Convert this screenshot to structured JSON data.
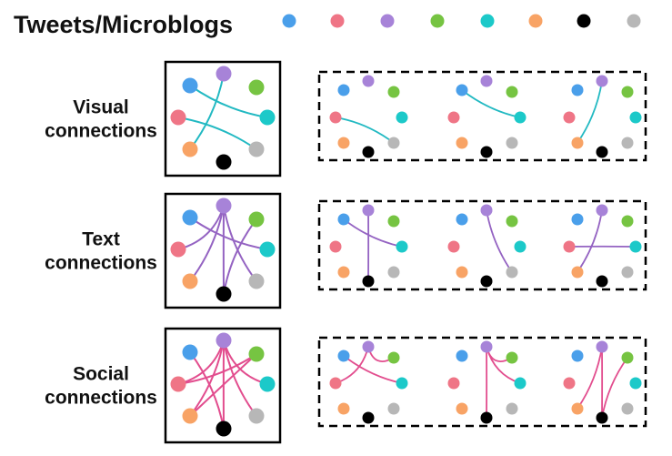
{
  "title": "Tweets/Microblogs",
  "node_colors": {
    "blue": "#4a9fea",
    "red": "#ef7586",
    "purple": "#a783d8",
    "green": "#76c442",
    "cyan": "#1cc9c9",
    "orange": "#f8a365",
    "black": "#000000",
    "gray": "#b7b7b7"
  },
  "legend_order": [
    "blue",
    "red",
    "purple",
    "green",
    "cyan",
    "orange",
    "black",
    "gray"
  ],
  "rows": [
    {
      "label_line1": "Visual",
      "label_line2": "connections",
      "edge_color": "#22b9c2",
      "overview_edges": [
        [
          "blue",
          "cyan"
        ],
        [
          "purple",
          "orange"
        ],
        [
          "red",
          "gray"
        ]
      ],
      "examples": [
        [
          [
            "red",
            "gray"
          ]
        ],
        [
          [
            "blue",
            "cyan"
          ]
        ],
        [
          [
            "purple",
            "orange"
          ]
        ]
      ]
    },
    {
      "label_line1": "Text",
      "label_line2": "connections",
      "edge_color": "#9463c2",
      "overview_edges": [
        [
          "blue",
          "cyan"
        ],
        [
          "purple",
          "red"
        ],
        [
          "purple",
          "orange"
        ],
        [
          "purple",
          "gray"
        ],
        [
          "purple",
          "black"
        ],
        [
          "green",
          "black"
        ]
      ],
      "examples": [
        [
          [
            "blue",
            "cyan"
          ],
          [
            "purple",
            "black"
          ]
        ],
        [
          [
            "purple",
            "gray"
          ]
        ],
        [
          [
            "purple",
            "orange"
          ],
          [
            "red",
            "cyan"
          ]
        ]
      ]
    },
    {
      "label_line1": "Social",
      "label_line2": "connections",
      "edge_color": "#e24d8e",
      "overview_edges": [
        [
          "purple",
          "red"
        ],
        [
          "purple",
          "orange"
        ],
        [
          "purple",
          "gray"
        ],
        [
          "purple",
          "cyan"
        ],
        [
          "purple",
          "black"
        ],
        [
          "green",
          "red"
        ],
        [
          "green",
          "orange"
        ],
        [
          "blue",
          "black"
        ]
      ],
      "examples": [
        [
          [
            "purple",
            "red"
          ],
          [
            "purple",
            "green"
          ],
          [
            "blue",
            "cyan"
          ]
        ],
        [
          [
            "purple",
            "black"
          ],
          [
            "purple",
            "green"
          ],
          [
            "purple",
            "cyan"
          ]
        ],
        [
          [
            "purple",
            "black"
          ],
          [
            "purple",
            "orange"
          ],
          [
            "green",
            "black"
          ]
        ]
      ]
    }
  ]
}
